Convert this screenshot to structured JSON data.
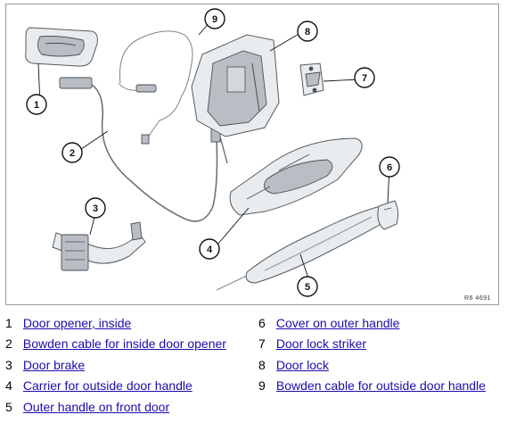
{
  "diagram": {
    "callouts": [
      "1",
      "2",
      "3",
      "4",
      "5",
      "6",
      "7",
      "8",
      "9"
    ],
    "code": "R6 4691"
  },
  "legend": {
    "left": [
      {
        "num": "1",
        "label": "Door opener, inside"
      },
      {
        "num": "2",
        "label": "Bowden cable for inside door opener"
      },
      {
        "num": "3",
        "label": "Door brake"
      },
      {
        "num": "4",
        "label": "Carrier for outside door handle"
      },
      {
        "num": "5",
        "label": "Outer handle on front door"
      }
    ],
    "right": [
      {
        "num": "6",
        "label": "Cover on outer handle"
      },
      {
        "num": "7",
        "label": "Door lock striker"
      },
      {
        "num": "8",
        "label": "Door lock"
      },
      {
        "num": "9",
        "label": "Bowden cable for outside door handle"
      }
    ]
  },
  "colors": {
    "link": "#1a0dab",
    "frame": "#9a9a9a"
  },
  "icons": [
    "door-opener-inside-icon",
    "bowden-cable-inside-icon",
    "door-brake-icon",
    "carrier-outside-handle-icon",
    "outer-handle-icon",
    "handle-cover-icon",
    "door-lock-striker-icon",
    "door-lock-icon",
    "bowden-cable-outside-icon"
  ]
}
